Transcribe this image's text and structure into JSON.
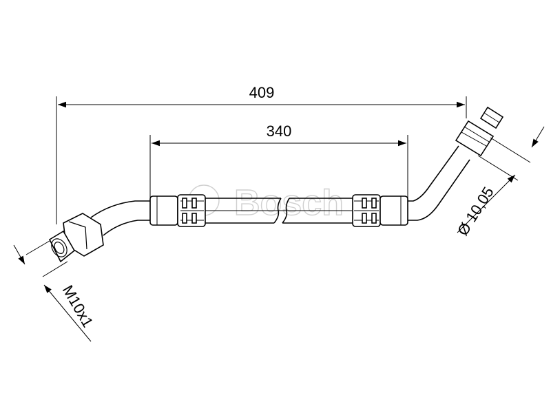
{
  "drawing": {
    "dimensions": {
      "overall_length": "409",
      "hose_length": "340",
      "fitting_diameter": "Ø 10,05",
      "thread": "M10x1"
    },
    "watermark": {
      "brand": "Bosch"
    },
    "colors": {
      "line": "#000000",
      "watermark": "#d0d0d0",
      "background": "#ffffff"
    }
  }
}
